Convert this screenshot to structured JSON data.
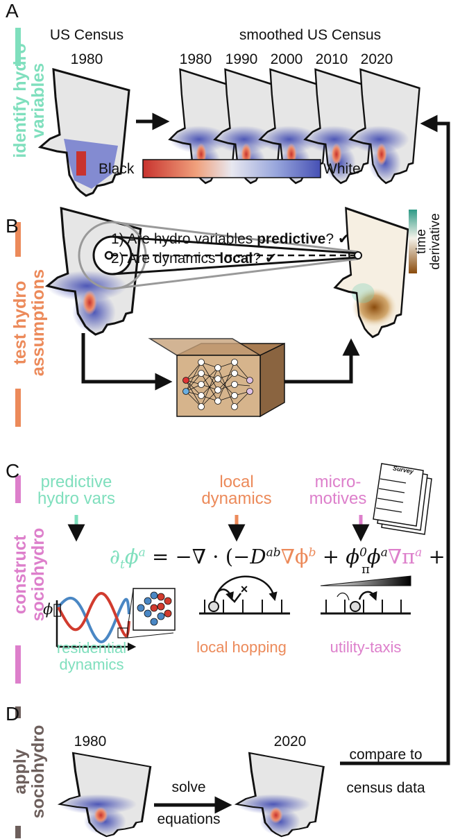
{
  "colors": {
    "hydro_vars": "#7fdfbd",
    "assumptions": "#ec8a5a",
    "sociohydro": "#dd7fcb",
    "apply": "#6d5f5c",
    "black_pop": "#c8332e",
    "white_pop": "#4650b4",
    "map_bg": "#e6e6e6"
  },
  "panels": {
    "A": {
      "letter": "A",
      "side_label_1": "identify hydro",
      "side_label_2": "variables",
      "raw_title_1": "US Census",
      "raw_title_2": "1980",
      "smoothed_title": "smoothed US Census",
      "years": [
        "1980",
        "1990",
        "2000",
        "2010",
        "2020"
      ],
      "colorbar_left": "Black",
      "colorbar_right": "White"
    },
    "B": {
      "letter": "B",
      "side_label_1": "test hydro",
      "side_label_2": "assumptions",
      "q1_prefix": "1) Are hydro variables ",
      "q1_bold": "predictive",
      "q1_suffix": "?",
      "q2_prefix": "2) Are dynamics ",
      "q2_bold": "local",
      "q2_suffix": "?",
      "check_icon": "✔",
      "colorbar_label_1": "time",
      "colorbar_label_2": "derivative"
    },
    "C": {
      "letter": "C",
      "side_label_1": "construct",
      "side_label_2": "sociohydro",
      "col1_title_1": "predictive",
      "col1_title_2": "hydro vars",
      "col2_title_1": "local",
      "col2_title_2": "dynamics",
      "col3_title_1": "micro-",
      "col3_title_2": "motives",
      "survey_label": "Survey",
      "equation": {
        "lhs": "∂",
        "lhs_sub": "t",
        "lhs_phi": "ϕ",
        "lhs_sup": "a",
        "eq": " = −∇ · (−",
        "D": "D",
        "D_sup": "ab",
        "grad_phi": "∇ϕ",
        "grad_phi_sup": "b",
        "plus": " + ",
        "phi0": "ϕ",
        "phi0_sup": "0",
        "phia": "ϕ",
        "phia_sup": "a",
        "grad_pi": "∇π",
        "grad_pi_sup": "a",
        "tail": " + . . . )"
      },
      "phi_axis_label": "ϕ⃗",
      "forbidden_mark": "×",
      "pi_label": "π",
      "icon1_label_1": "residential",
      "icon1_label_2": "dynamics",
      "icon2_label": "local hopping",
      "icon3_label": "utility-taxis"
    },
    "D": {
      "letter": "D",
      "side_label_1": "apply",
      "side_label_2": "sociohydro",
      "year_start": "1980",
      "year_end": "2020",
      "solve_1": "solve",
      "solve_2": "equations",
      "compare_1": "compare to",
      "compare_2": "census data"
    }
  }
}
